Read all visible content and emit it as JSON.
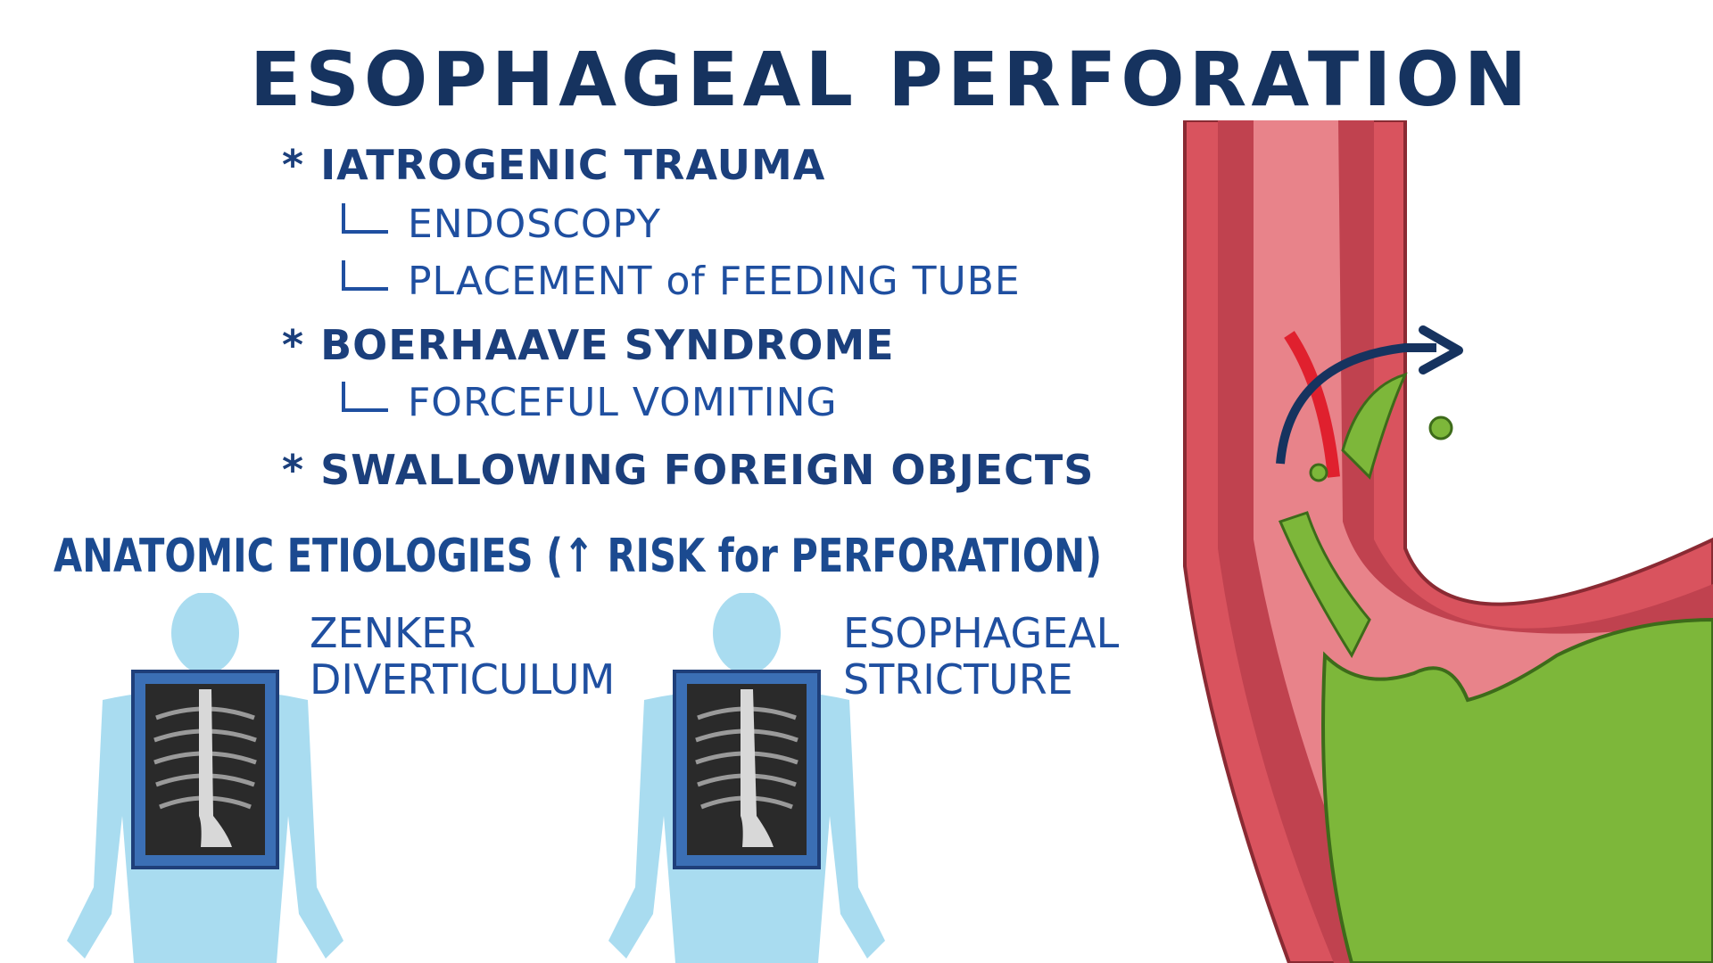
{
  "title": "ESOPHAGEAL PERFORATION",
  "causes": [
    {
      "label": "IATROGENIC TRAUMA",
      "subitems": [
        "ENDOSCOPY",
        "PLACEMENT of FEEDING TUBE"
      ]
    },
    {
      "label": "BOERHAAVE SYNDROME",
      "subitems": [
        "FORCEFUL VOMITING"
      ]
    },
    {
      "label": "SWALLOWING FOREIGN OBJECTS",
      "subitems": []
    }
  ],
  "bullet_symbol": "*",
  "anatomic_heading": "ANATOMIC ETIOLOGIES (↑ RISK for PERFORATION)",
  "etiologies": [
    {
      "line1": "ZENKER",
      "line2": "DIVERTICULUM"
    },
    {
      "line1": "ESOPHAGEAL",
      "line2": "STRICTURE"
    }
  ],
  "colors": {
    "title": "#16335f",
    "text": "#1f4fa0",
    "body": "#a9dcf0",
    "esophagus": "#d9535e",
    "fluid": "#7db73a"
  }
}
